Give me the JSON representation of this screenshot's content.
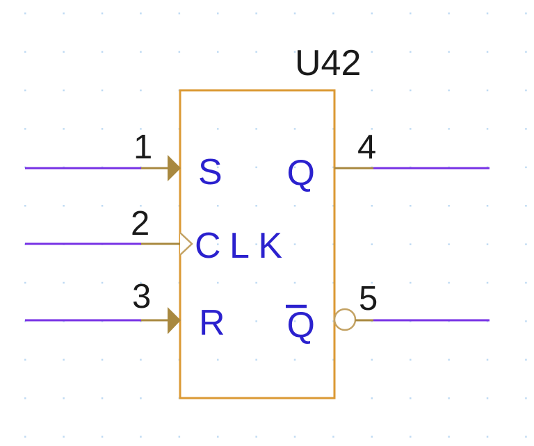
{
  "component": {
    "reference": "U42",
    "pins": [
      {
        "number": "1",
        "label": "S",
        "side": "left",
        "style": "filled-arrow-input"
      },
      {
        "number": "2",
        "label": "CLK",
        "side": "left",
        "style": "clock-input"
      },
      {
        "number": "3",
        "label": "R",
        "side": "left",
        "style": "filled-arrow-input"
      },
      {
        "number": "4",
        "label": "Q",
        "side": "right",
        "style": "plain-output"
      },
      {
        "number": "5",
        "label": "Q",
        "overbar": true,
        "side": "right",
        "style": "inverted-output-bubble"
      }
    ]
  },
  "colors": {
    "background": "#FFFFFF",
    "grid_dot": "#BEDAF3",
    "component_outline": "#DB9934",
    "pin": "#A8883F",
    "pin_outline_light": "#C3A263",
    "wire": "#7732E5",
    "pin_label": "#2B21CE",
    "text": "#1A1A1A"
  }
}
